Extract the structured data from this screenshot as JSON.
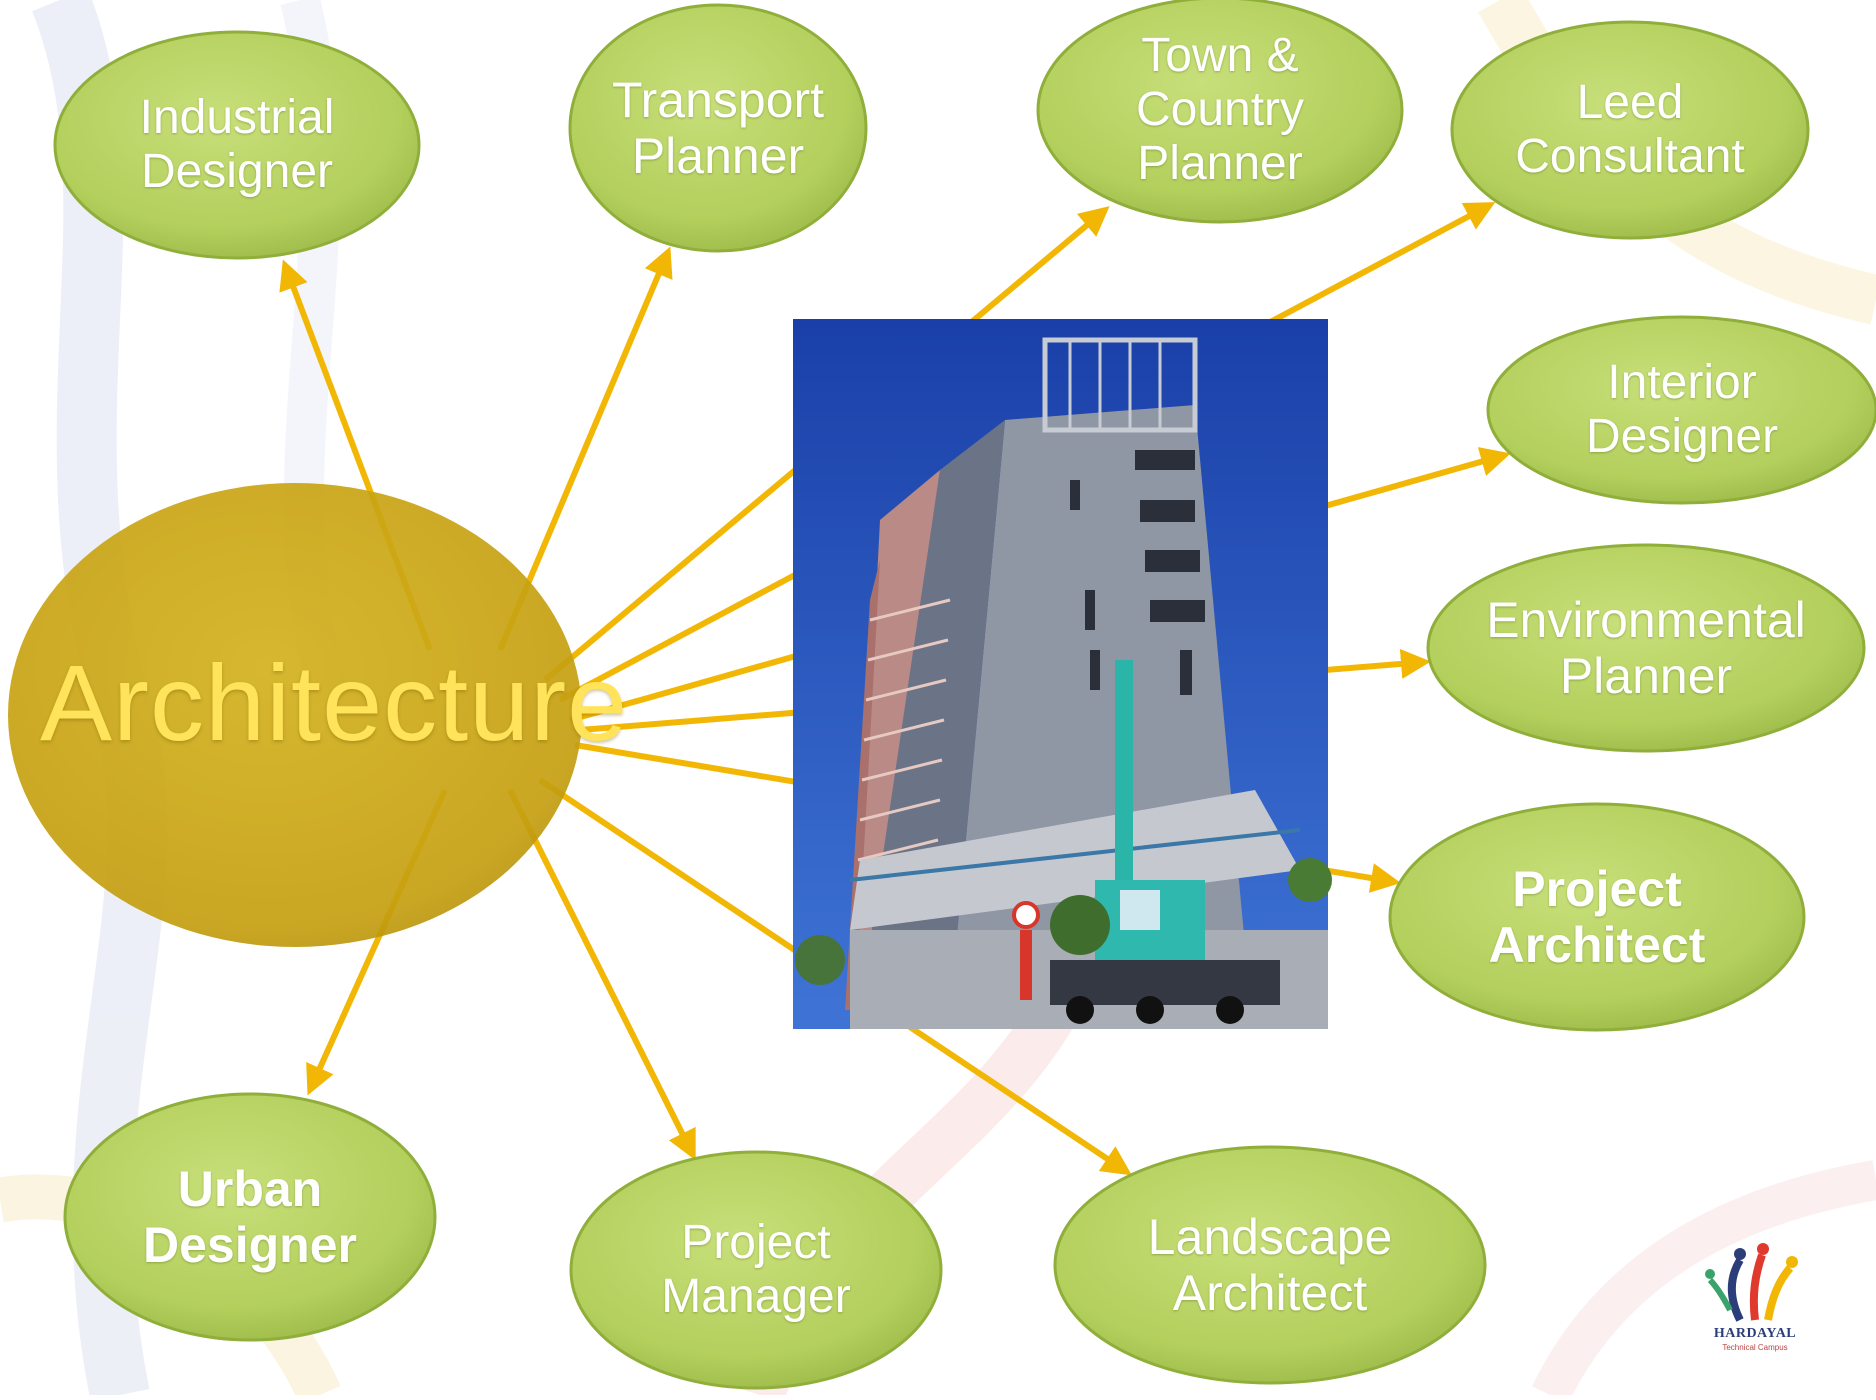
{
  "center": {
    "label": "Architecture"
  },
  "roles": [
    {
      "id": "industrial-designer",
      "lines": [
        "Industrial",
        "Designer"
      ],
      "bold": false
    },
    {
      "id": "transport-planner",
      "lines": [
        "Transport",
        "Planner"
      ],
      "bold": false
    },
    {
      "id": "town-country-planner",
      "lines": [
        "Town &",
        "Country",
        "Planner"
      ],
      "bold": false
    },
    {
      "id": "leed-consultant",
      "lines": [
        "Leed",
        "Consultant"
      ],
      "bold": false
    },
    {
      "id": "interior-designer",
      "lines": [
        "Interior",
        "Designer"
      ],
      "bold": false
    },
    {
      "id": "environmental-planner",
      "lines": [
        "Environmental",
        "Planner"
      ],
      "bold": false
    },
    {
      "id": "project-architect",
      "lines": [
        "Project",
        "Architect"
      ],
      "bold": true
    },
    {
      "id": "urban-designer",
      "lines": [
        "Urban",
        "Designer"
      ],
      "bold": true
    },
    {
      "id": "project-manager",
      "lines": [
        "Project",
        "Manager"
      ],
      "bold": false
    },
    {
      "id": "landscape-architect",
      "lines": [
        "Landscape",
        "Architect"
      ],
      "bold": false
    }
  ],
  "logo": {
    "name": "HARDAYAL",
    "subtitle": "Technical Campus"
  },
  "colors": {
    "bubble_fill": "#b3cf5c",
    "bubble_edge": "#8fae3a",
    "center_fill": "#c9a612",
    "center_text": "#ffe35a",
    "arrow": "#f2b705",
    "sky": "#1f4fb8"
  }
}
